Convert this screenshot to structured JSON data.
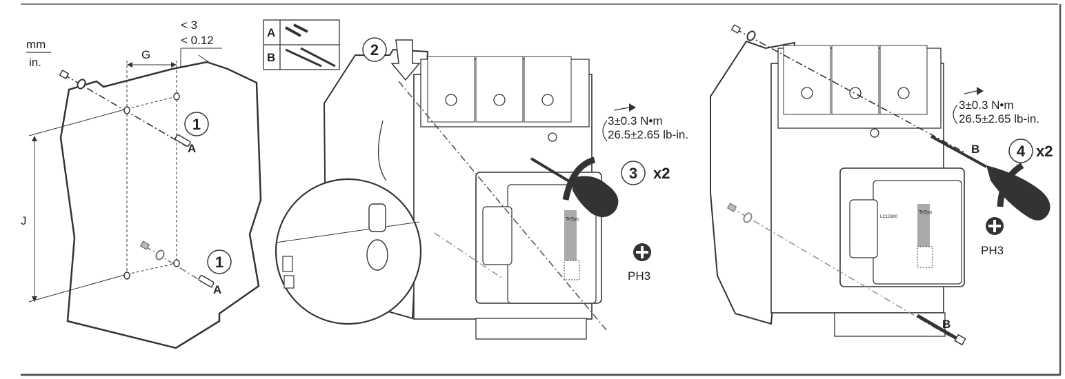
{
  "units": {
    "primary": "mm",
    "secondary": "in."
  },
  "gap_spec": {
    "line1": "< 3",
    "line2": "< 0.12"
  },
  "dimensions": {
    "g": "G",
    "j": "J"
  },
  "screw_legend": [
    {
      "key": "A"
    },
    {
      "key": "B"
    }
  ],
  "steps": {
    "s1": {
      "number": "1",
      "screw": "A"
    },
    "s2": {
      "number": "2"
    },
    "s3": {
      "number": "3",
      "count": "x2"
    },
    "s4": {
      "number": "4",
      "count": "x2",
      "screw": "B"
    }
  },
  "torque": {
    "metric": "3±0.3 N•m",
    "imperial": "26.5±2.65 lb-in."
  },
  "tool": {
    "name": "PH3",
    "icon": "phillips-cross-icon"
  },
  "device_label": {
    "brand": "TeSys",
    "model": "LC1D800"
  },
  "colors": {
    "line": "#333333",
    "light_line": "#777777",
    "band": "#aaaaaa",
    "border": "#555555"
  }
}
